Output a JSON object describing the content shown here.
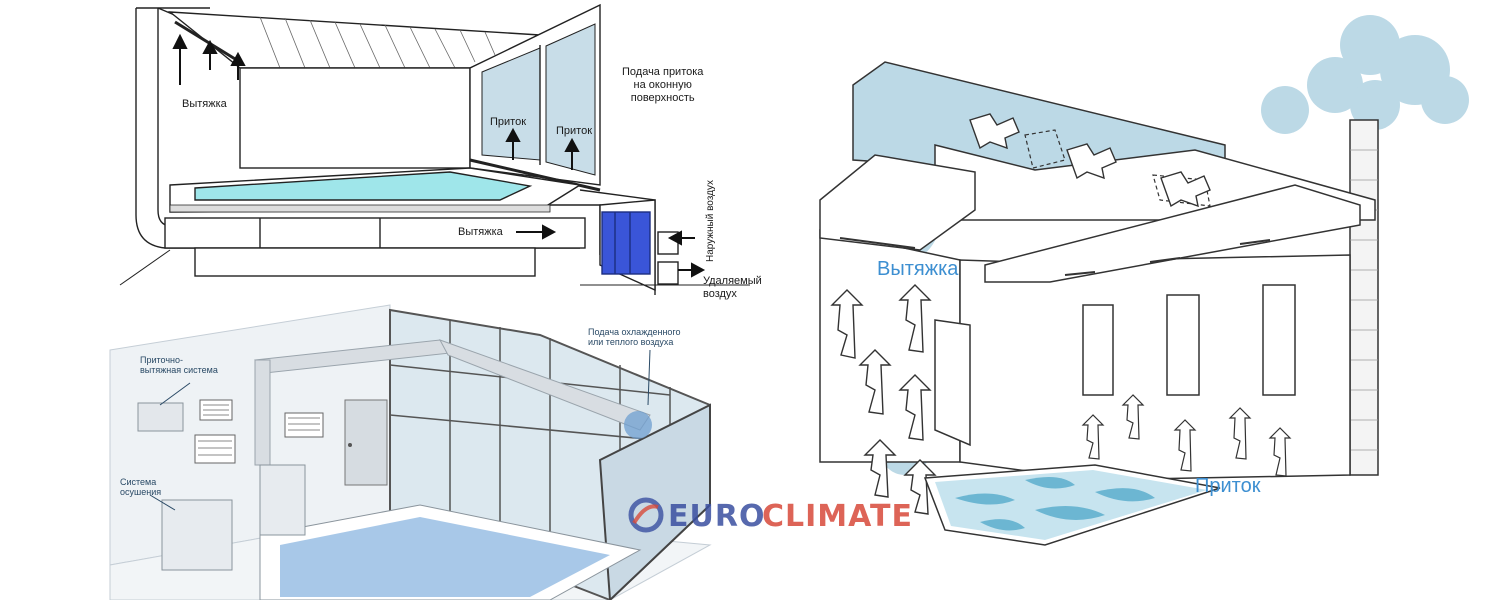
{
  "panel_a": {
    "exhaust_top": "Вытяжка",
    "supply_window_note": "Подача притока\nна оконную\nповерхность",
    "supply_1": "Приток",
    "supply_2": "Приток",
    "exhaust_bottom": "Вытяжка",
    "outdoor_air": "Наружный воздух",
    "removed_air": "Удаляемый\nвоздух"
  },
  "panel_b": {
    "cool_warm_supply": "Подача охлажденного\nили теплого воздуха",
    "supply_exhaust_system": "Приточно-\nвытяжная система",
    "dehumidify_system": "Система\nосушения"
  },
  "panel_c": {
    "exhaust": "Вытяжка",
    "supply": "Приток"
  },
  "watermark": {
    "part1": "EURO",
    "part2": "CLIMATE",
    "color1": "#3a4fa0",
    "color2": "#d84a3a"
  },
  "colors": {
    "water": "#9fe6ea",
    "window_glass": "#c8dde8",
    "cloud": "#bcd9e6",
    "label_blue": "#3d8fd1",
    "fan_unit_blue": "#3a55d8"
  }
}
